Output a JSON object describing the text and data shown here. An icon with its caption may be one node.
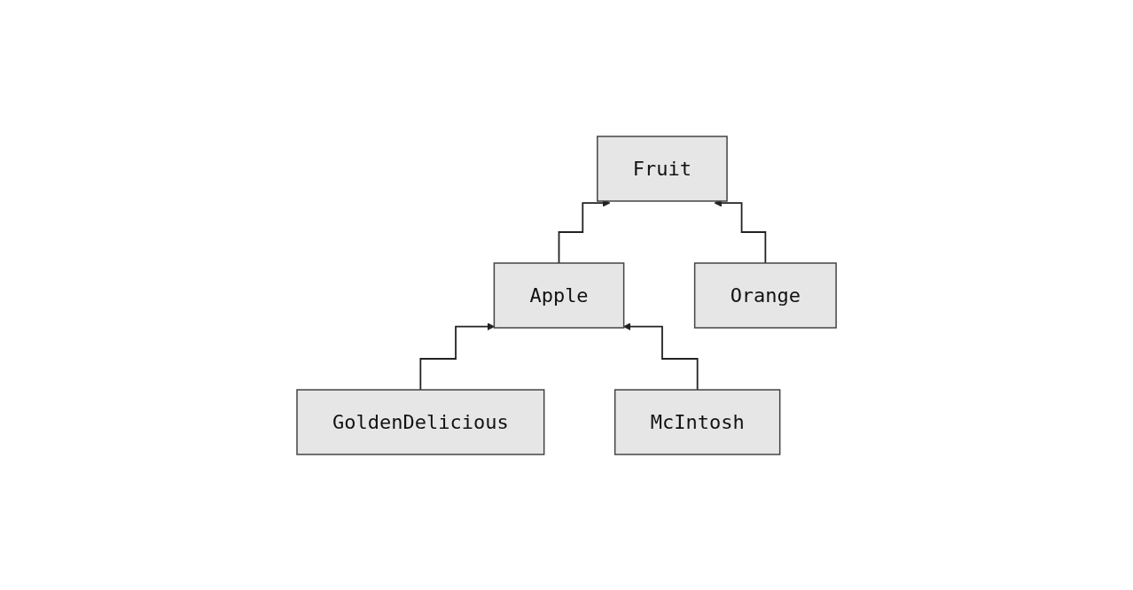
{
  "diagram": {
    "nodes": [
      {
        "text": [
          "Fruit"
        ]
      },
      {
        "text": [
          "Apple"
        ]
      },
      {
        "text": [
          "Orange"
        ]
      },
      {
        "text": [
          "GoldenDelicious"
        ]
      },
      {
        "text": [
          "McIntosh"
        ]
      }
    ],
    "edges": [
      {
        "from": 1,
        "to": 0,
        "arrow": "to"
      },
      {
        "from": 2,
        "to": 0,
        "arrow": "to"
      },
      {
        "from": 3,
        "to": 1,
        "arrow": "to"
      },
      {
        "from": 4,
        "to": 1,
        "arrow": "to"
      }
    ]
  }
}
